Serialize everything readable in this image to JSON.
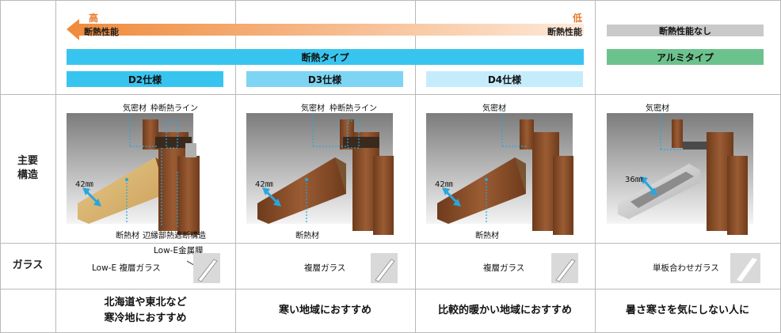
{
  "header": {
    "high": "高",
    "low": "低",
    "perf_left": "断熱性能",
    "perf_right": "断熱性能",
    "no_perf": "断熱性能なし",
    "insulated_type": "断熱タイプ",
    "alumi_type": "アルミタイプ",
    "specs": [
      "D2仕様",
      "D3仕様",
      "D4仕様"
    ]
  },
  "rows": {
    "structure": "主要\n構造",
    "glass": "ガラス"
  },
  "structure": {
    "d2": {
      "airtight": "気密材",
      "frame_line": "枠断熱ライン",
      "size": "42㎜",
      "insulation": "断熱材",
      "edge": "辺縁部熱遮断構造"
    },
    "d3": {
      "airtight": "気密材",
      "frame_line": "枠断熱ライン",
      "size": "42㎜",
      "insulation": "断熱材"
    },
    "d4": {
      "airtight": "気密材",
      "size": "42㎜",
      "insulation": "断熱材"
    },
    "alumi": {
      "airtight": "気密材",
      "size": "36㎜"
    }
  },
  "glass": {
    "d2_label": "Low-E 複層ガラス",
    "d2_callout": "Low-E金属膜",
    "d3_label": "複層ガラス",
    "d4_label": "複層ガラス",
    "alumi_label": "単板合わせガラス"
  },
  "recommend": {
    "d2_line1": "北海道や東北など",
    "d2_line2": "寒冷地におすすめ",
    "d3": "寒い地域におすすめ",
    "d4": "比較的暖かい地域におすすめ",
    "alumi": "暑さ寒さを気にしない人に"
  },
  "colors": {
    "arrow_start": "#f3ac6e",
    "arrow_end": "#fbe7d6",
    "cyan": "#37c5ef",
    "d3": "#7dd5f3",
    "d4": "#c5ecfb",
    "green": "#6cc28d",
    "gray": "#c9c9c9",
    "callout": "#29a6dd",
    "wood": "#8a4f2a",
    "insulation": "#d9b56e"
  }
}
